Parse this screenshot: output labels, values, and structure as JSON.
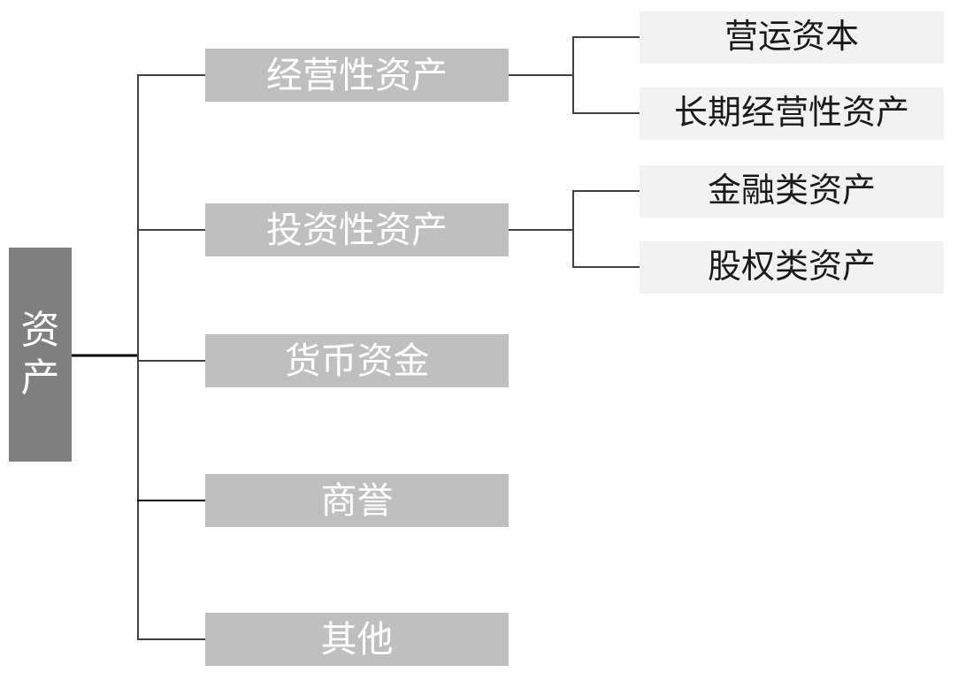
{
  "diagram": {
    "root": {
      "label": "资产"
    },
    "branches": [
      {
        "label": "经营性资产",
        "children": [
          {
            "label": "营运资本"
          },
          {
            "label": "长期经营性资产"
          }
        ]
      },
      {
        "label": "投资性资产",
        "children": [
          {
            "label": "金融类资产"
          },
          {
            "label": "股权类资产"
          }
        ]
      },
      {
        "label": "货币资金",
        "children": []
      },
      {
        "label": "商誉",
        "children": []
      },
      {
        "label": "其他",
        "children": []
      }
    ],
    "colors": {
      "root_fill": "#7f7f7f",
      "branch_fill": "#bfbfbf",
      "leaf_fill": "#f2f2f2",
      "root_text": "#ffffff",
      "branch_text": "#ffffff",
      "leaf_text": "#1a1a1a",
      "line": "#404040",
      "root_line": "#000000",
      "background": "#ffffff"
    }
  }
}
